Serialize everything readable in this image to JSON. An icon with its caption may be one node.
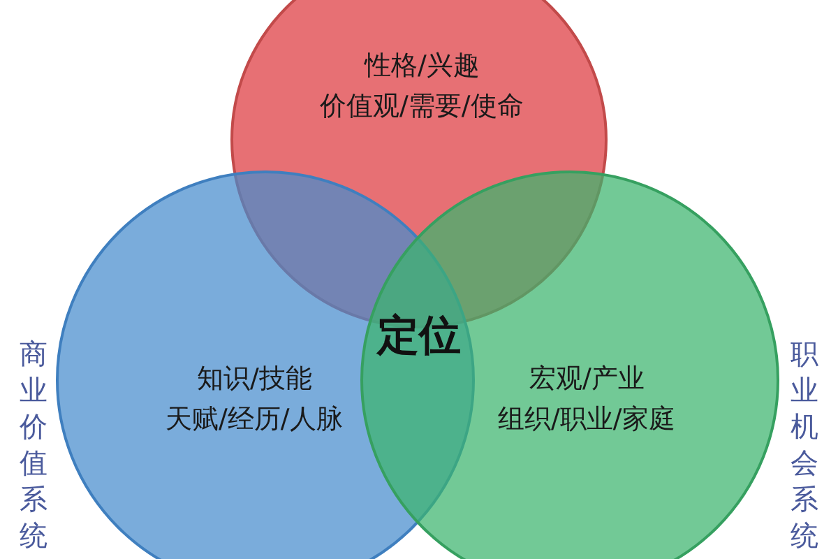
{
  "diagram": {
    "nodes": [
      {
        "text": [
          "性格/兴趣",
          "价值观/需要/使命"
        ]
      },
      {
        "text": [
          "知识/技能",
          "天赋/经历/人脉"
        ]
      },
      {
        "text": [
          "宏观/产业",
          "组织/职业/家庭"
        ]
      }
    ],
    "edges": [],
    "labels": [
      "定位",
      "商业价值系统",
      "职业机会系统"
    ]
  }
}
